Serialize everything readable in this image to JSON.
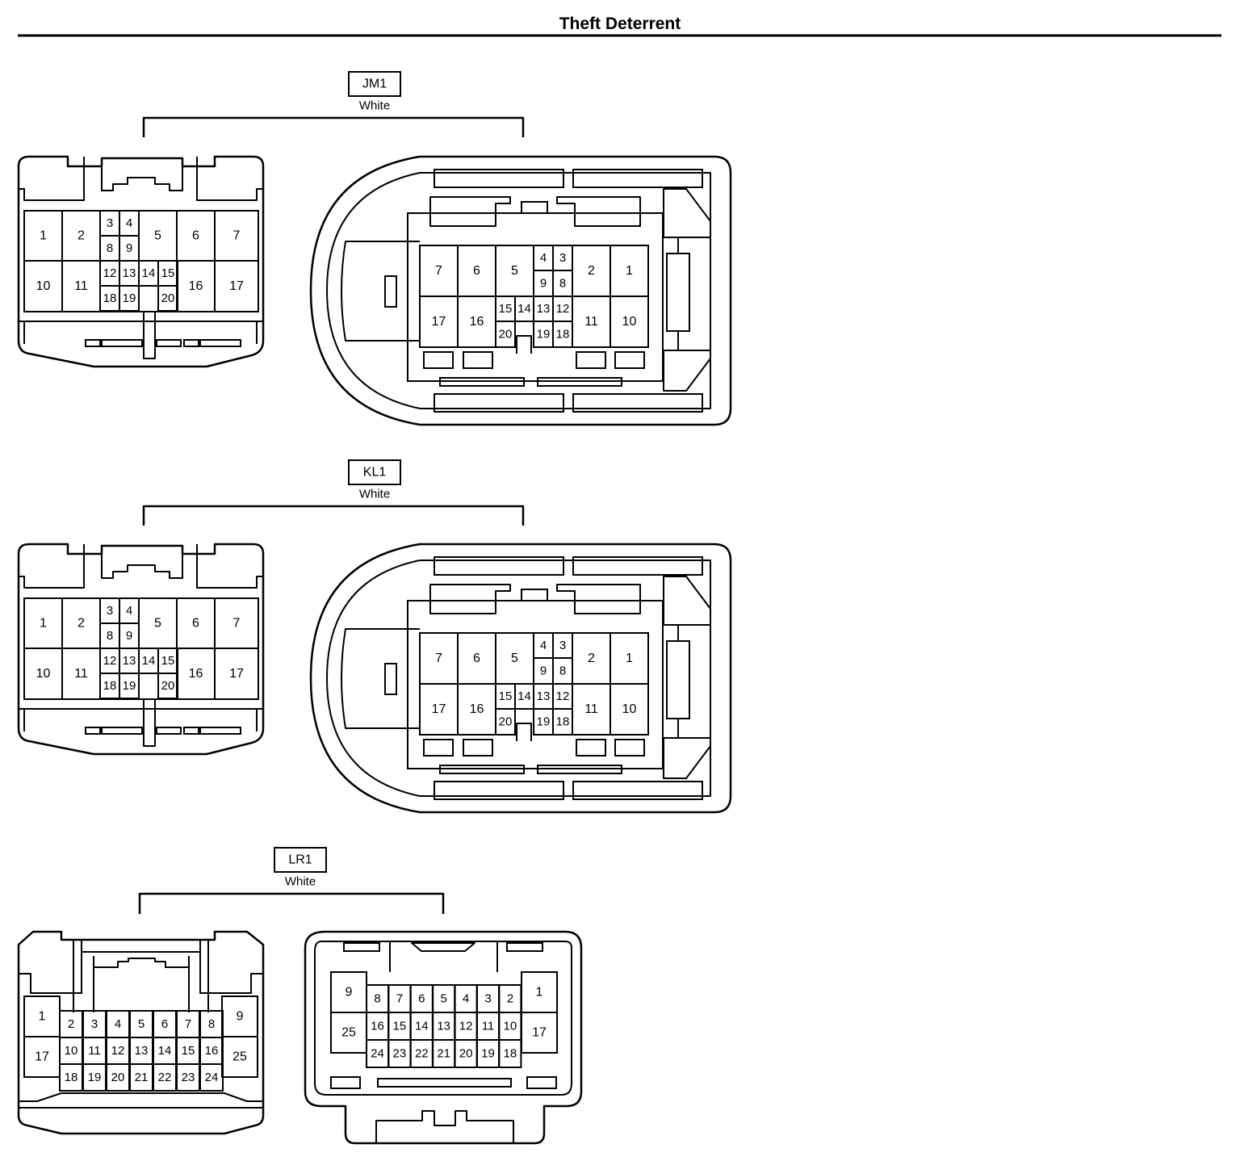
{
  "page": {
    "title": "Theft Deterrent"
  },
  "connectors": [
    {
      "id": "JM1",
      "color": "White",
      "male_pins": [
        "1",
        "2",
        "3",
        "4",
        "5",
        "6",
        "7",
        "8",
        "9",
        "10",
        "11",
        "12",
        "13",
        "14",
        "15",
        "16",
        "17",
        "18",
        "19",
        "20"
      ],
      "female_pins": [
        "1",
        "2",
        "3",
        "4",
        "5",
        "6",
        "7",
        "8",
        "9",
        "10",
        "11",
        "12",
        "13",
        "14",
        "15",
        "16",
        "17",
        "18",
        "19",
        "20"
      ]
    },
    {
      "id": "KL1",
      "color": "White",
      "male_pins": [
        "1",
        "2",
        "3",
        "4",
        "5",
        "6",
        "7",
        "8",
        "9",
        "10",
        "11",
        "12",
        "13",
        "14",
        "15",
        "16",
        "17",
        "18",
        "19",
        "20"
      ],
      "female_pins": [
        "1",
        "2",
        "3",
        "4",
        "5",
        "6",
        "7",
        "8",
        "9",
        "10",
        "11",
        "12",
        "13",
        "14",
        "15",
        "16",
        "17",
        "18",
        "19",
        "20"
      ]
    },
    {
      "id": "LR1",
      "color": "White",
      "male_pins": [
        "1",
        "2",
        "3",
        "4",
        "5",
        "6",
        "7",
        "8",
        "9",
        "10",
        "11",
        "12",
        "13",
        "14",
        "15",
        "16",
        "17",
        "18",
        "19",
        "20",
        "21",
        "22",
        "23",
        "24",
        "25"
      ],
      "female_pins": [
        "1",
        "2",
        "3",
        "4",
        "5",
        "6",
        "7",
        "8",
        "9",
        "10",
        "11",
        "12",
        "13",
        "14",
        "15",
        "16",
        "17",
        "18",
        "19",
        "20",
        "21",
        "22",
        "23",
        "24",
        "25"
      ]
    }
  ],
  "theme": {
    "line_color": "#000000",
    "background": "#ffffff"
  }
}
